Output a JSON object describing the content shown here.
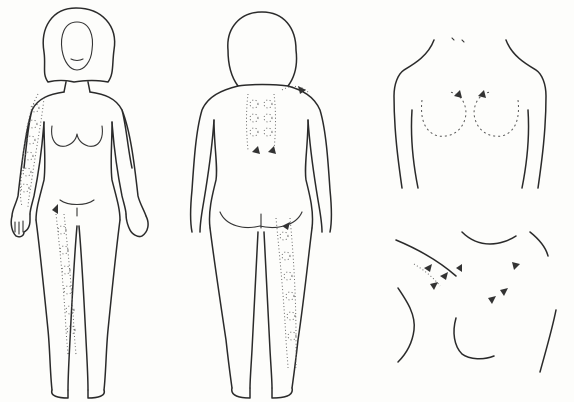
{
  "figure": {
    "panels": [
      {
        "id": "front-body",
        "view": "front"
      },
      {
        "id": "back-body",
        "view": "back"
      },
      {
        "id": "chest-detail",
        "view": "chest"
      },
      {
        "id": "groin-detail",
        "view": "groin"
      }
    ],
    "ink_color": "#2a2a2a",
    "background_color": "#fdfdfb"
  }
}
